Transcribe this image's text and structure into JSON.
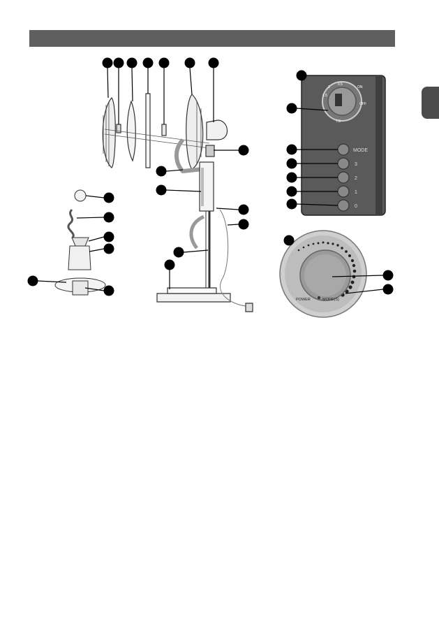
{
  "header": {
    "title": ""
  },
  "side_tab": {
    "label": ""
  },
  "control_panel": {
    "timer_labels": [
      "0.5",
      "1",
      "1.5",
      "ON",
      "OFF",
      "7.5"
    ],
    "button_labels": [
      "MODE",
      "3",
      "2",
      "1",
      "0"
    ]
  },
  "remote_dial": {
    "power_label": "POWER",
    "mode_label": "MODE(S)"
  },
  "colors": {
    "header": "#5f5f5f",
    "callout": "#000000",
    "panel": "#5a5a5a"
  }
}
